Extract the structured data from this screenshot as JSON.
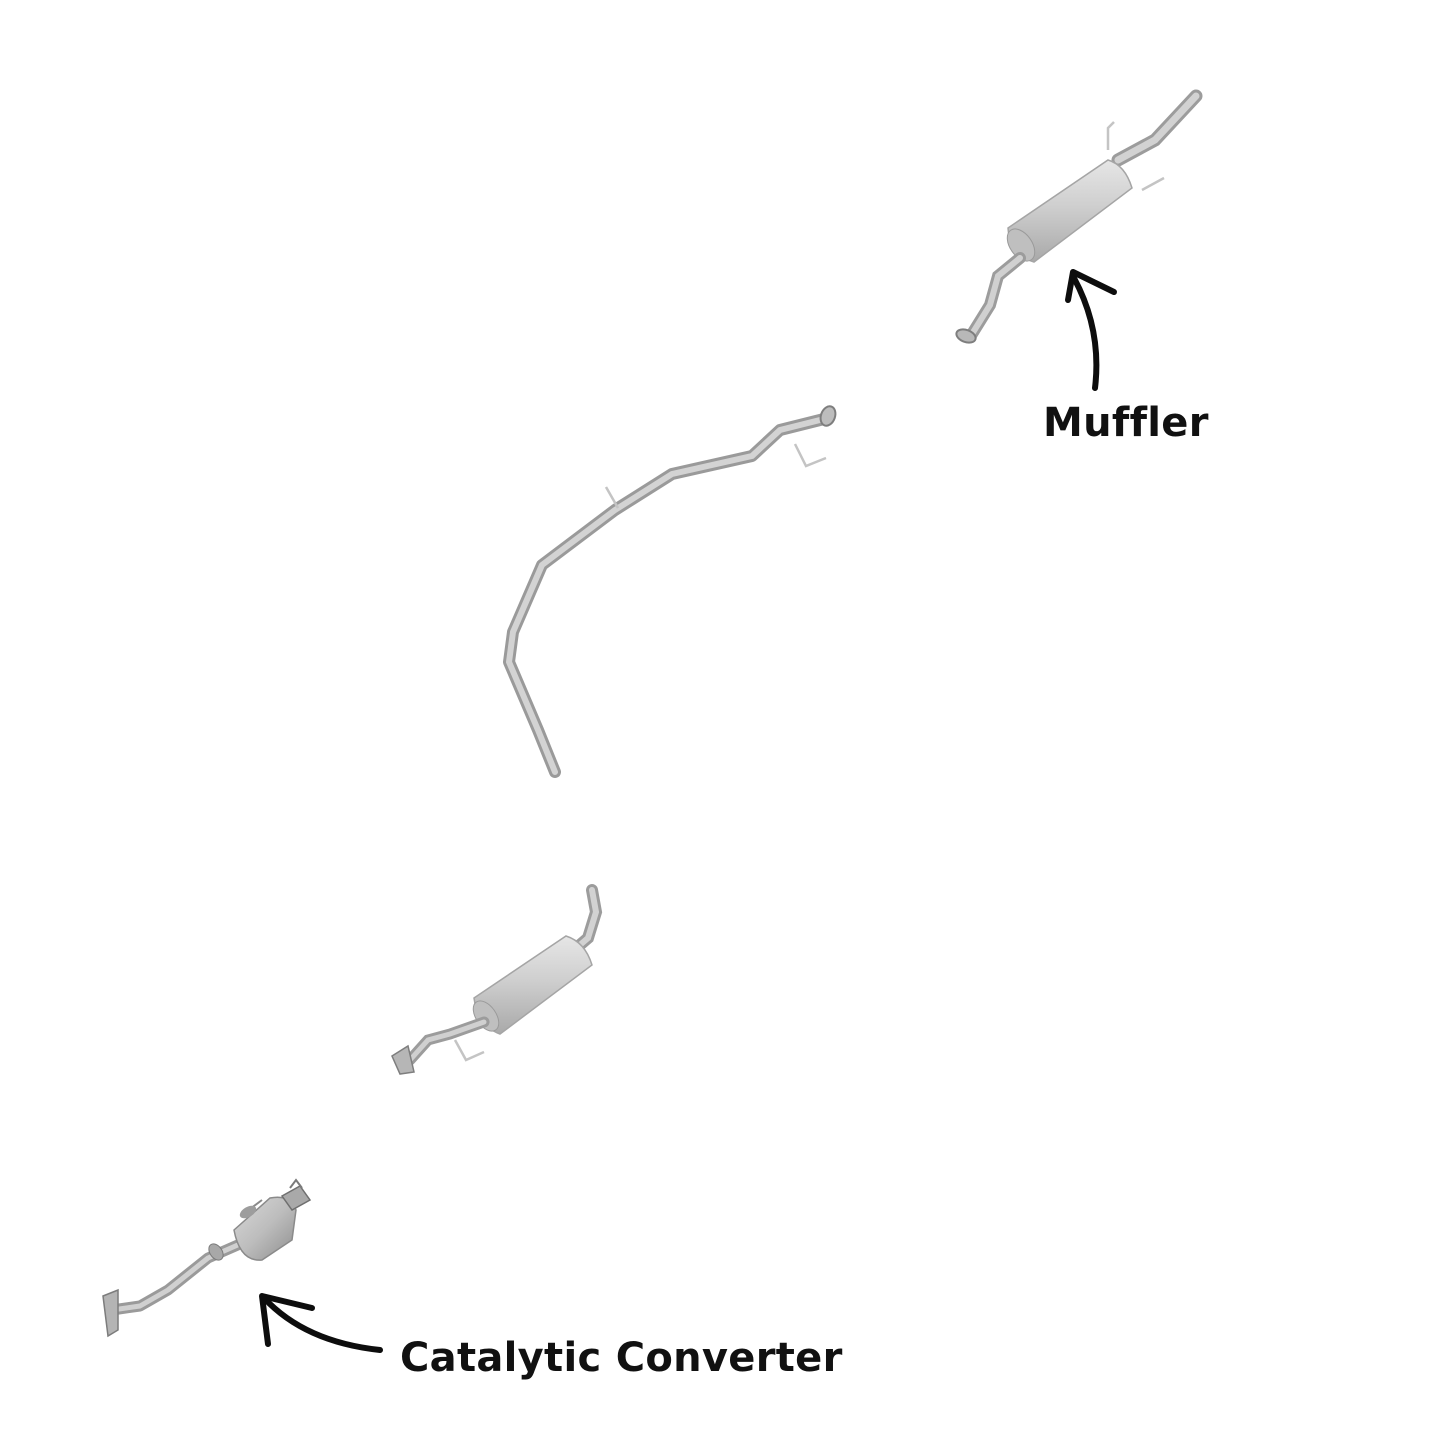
{
  "labels": {
    "muffler": "Muffler",
    "catalytic_converter": "Catalytic Converter"
  },
  "colors": {
    "background": "#ffffff",
    "pipe_fill": "#bdbdbd",
    "pipe_shadow": "#8f8f8f",
    "part_body": "#c8c8c8",
    "part_highlight": "#e4e4e4",
    "arrow": "#0d0d0d",
    "text": "#111111"
  },
  "parts": [
    {
      "name": "rear-muffler-section",
      "icon": "muffler-icon"
    },
    {
      "name": "intermediate-pipe-section",
      "icon": "pipe-icon"
    },
    {
      "name": "resonator-section",
      "icon": "resonator-icon"
    },
    {
      "name": "catalytic-converter-section",
      "icon": "catalytic-converter-icon"
    }
  ]
}
